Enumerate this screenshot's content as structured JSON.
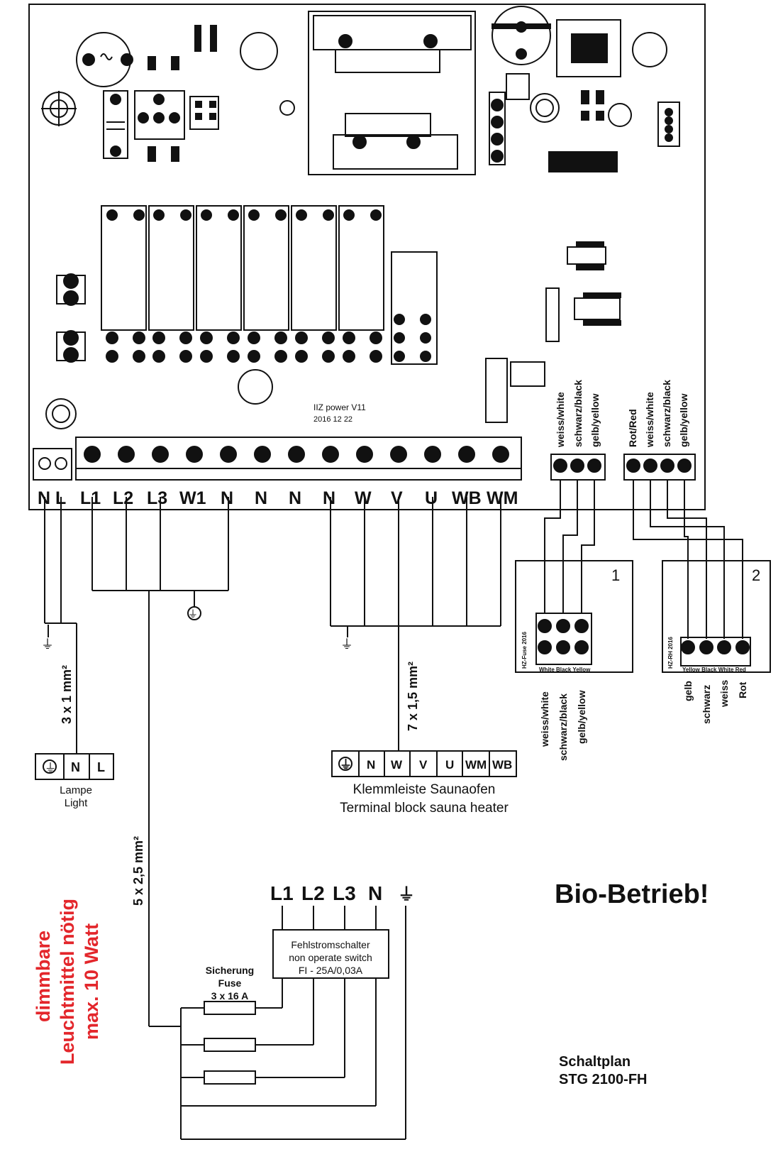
{
  "board": {
    "label_line1": "IIZ power  V11",
    "label_line2": "2016 12 22",
    "terminals": [
      "N",
      "L",
      "L1",
      "L2",
      "L3",
      "W1",
      "N",
      "N",
      "N",
      "N",
      "W",
      "V",
      "U",
      "WB",
      "WM"
    ]
  },
  "connector1": {
    "wires": [
      "weiss/white",
      "schwarz/black",
      "gelb/yellow"
    ],
    "box_number": "1",
    "board_label": "HZ-Fuse 2016",
    "pin_legend": "White Black Yellow",
    "sensor_wires": [
      "weiss/white",
      "schwarz/black",
      "gelb/yellow"
    ]
  },
  "connector2": {
    "wires": [
      "Rot/Red",
      "weiss/white",
      "schwarz/black",
      "gelb/yellow"
    ],
    "box_number": "2",
    "board_label": "HZ-RH 2016",
    "pin_legend": "Yellow Black White Red",
    "sensor_wires": [
      "gelb",
      "schwarz",
      "weiss",
      "Rot"
    ]
  },
  "lamp": {
    "cable": "3 x 1 mm²",
    "terminals": [
      "⏚",
      "N",
      "L"
    ],
    "label_de": "Lampe",
    "label_en": "Light"
  },
  "heater": {
    "cable": "7 x 1,5 mm²",
    "terminals": [
      "⏚",
      "N",
      "W",
      "V",
      "U",
      "WM",
      "WB"
    ],
    "label_de": "Klemmleiste Saunaofen",
    "label_en": "Terminal block sauna heater"
  },
  "supply": {
    "cable": "5 x 2,5 mm²",
    "terminals": [
      "L1",
      "L2",
      "L3",
      "N",
      "⏚"
    ],
    "rcd_line1": "Fehlstromschalter",
    "rcd_line2": "non operate switch",
    "rcd_line3": "FI - 25A/0,03A",
    "fuse_line1": "Sicherung",
    "fuse_line2": "Fuse",
    "fuse_line3": "3 x 16 A"
  },
  "notes": {
    "warning_line1": "dimmbare",
    "warning_line2": "Leuchtmittel nötig",
    "warning_line3": "max. 10 Watt",
    "warning_color": "#e3262b",
    "mode": "Bio-Betrieb!",
    "plan_line1": "Schaltplan",
    "plan_line2": "STG 2100-FH"
  }
}
